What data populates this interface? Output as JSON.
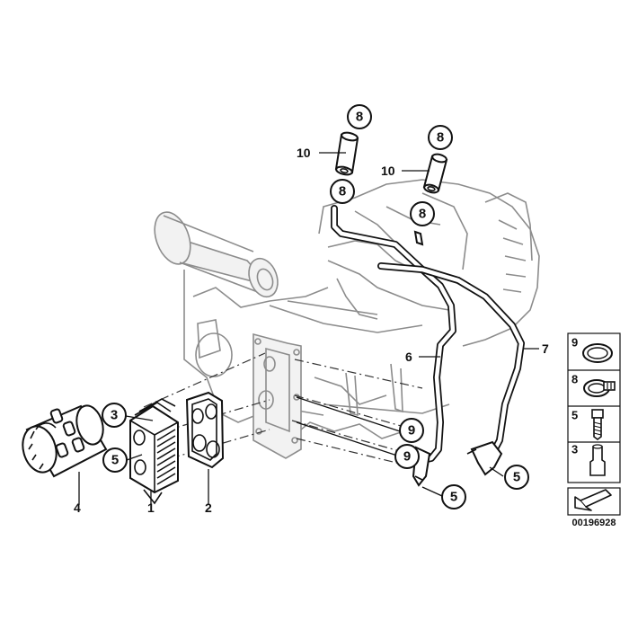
{
  "diagram": {
    "callouts": {
      "c8a": "8",
      "c8b": "8",
      "c8c": "8",
      "c8d": "8",
      "c3": "3",
      "c5a": "5",
      "c9a": "9",
      "c9b": "9",
      "c5b": "5",
      "c5c": "5"
    },
    "labels": {
      "l10a": "10",
      "l10b": "10",
      "l6": "6",
      "l7": "7",
      "l4": "4",
      "l1": "1",
      "l2": "2"
    },
    "legend": {
      "items": [
        "9",
        "8",
        "5",
        "3"
      ]
    },
    "reference_number": "00196928"
  }
}
